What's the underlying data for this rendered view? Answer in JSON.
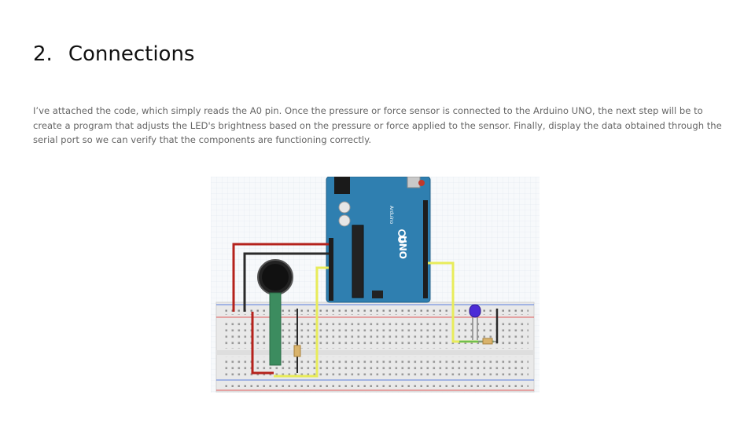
{
  "heading": {
    "number": "2.",
    "title": "Connections"
  },
  "body": {
    "paragraph": "I’ve attached the code, which simply reads the A0 pin. Once the pressure or force sensor is connected to the Arduino UNO, the next step will be to create a program that adjusts the LED's brightness based on the pressure or force applied to the sensor. Finally, display the data obtained through the serial port so we can verify that the components are functioning correctly."
  },
  "figure": {
    "board_label": "UNO",
    "board_brand": "Arduino",
    "colors": {
      "board": "#2f7fb0",
      "board_dark": "#1f5f88",
      "wire_red": "#b5221c",
      "wire_black": "#2a2a2a",
      "wire_yellow": "#e8ec5a",
      "wire_green": "#6fbf4f",
      "led": "#4b2bd6",
      "breadboard": "#e7e7e7",
      "rail_red": "#e05a5a",
      "rail_blue": "#5a7ee0"
    }
  }
}
